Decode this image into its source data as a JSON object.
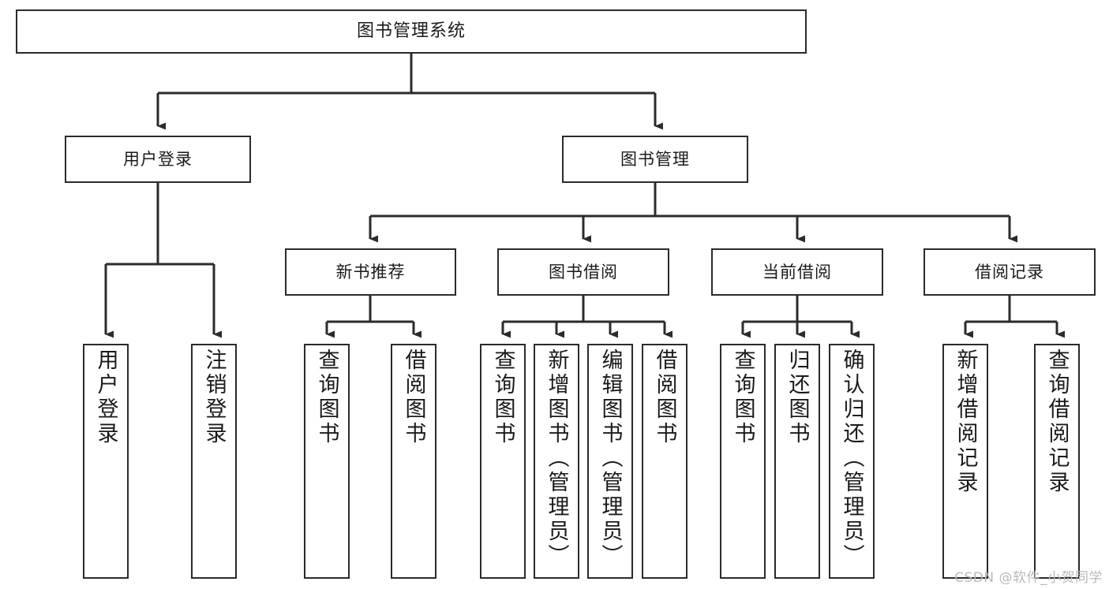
{
  "diagram": {
    "type": "tree",
    "title": "图书管理系统",
    "watermark": "CSDN @软件_小贺同学",
    "style": {
      "box_border": "#2b2b2b",
      "box_fill": "#ffffff",
      "line": "#2b2b2b",
      "text": "#1a1a1a",
      "watermark_color": "#b9b9b9"
    },
    "levels": [
      {
        "level": 1,
        "nodes": [
          {
            "id": "root",
            "label": "图书管理系统"
          }
        ]
      },
      {
        "level": 2,
        "nodes": [
          {
            "id": "login",
            "label": "用户登录"
          },
          {
            "id": "bookmgmt",
            "label": "图书管理"
          }
        ]
      },
      {
        "level": 3,
        "nodes": [
          {
            "id": "newbook",
            "label": "新书推荐"
          },
          {
            "id": "borrow",
            "label": "图书借阅"
          },
          {
            "id": "current",
            "label": "当前借阅"
          },
          {
            "id": "record",
            "label": "借阅记录"
          }
        ]
      },
      {
        "level": 4,
        "nodes": [
          {
            "id": "l1",
            "label": "用户登录"
          },
          {
            "id": "l2",
            "label": "注销登录"
          },
          {
            "id": "l3",
            "label": "查询图书"
          },
          {
            "id": "l4",
            "label": "借阅图书"
          },
          {
            "id": "l5",
            "label": "查询图书"
          },
          {
            "id": "l6",
            "label": "新增图书（管理员）"
          },
          {
            "id": "l7",
            "label": "编辑图书（管理员）"
          },
          {
            "id": "l8",
            "label": "借阅图书"
          },
          {
            "id": "l9",
            "label": "查询图书"
          },
          {
            "id": "l10",
            "label": "归还图书"
          },
          {
            "id": "l11",
            "label": "确认归还（管理员）"
          },
          {
            "id": "l12",
            "label": "新增借阅记录"
          },
          {
            "id": "l13",
            "label": "查询借阅记录"
          }
        ]
      }
    ],
    "edges": [
      {
        "from": "root",
        "to": "login"
      },
      {
        "from": "root",
        "to": "bookmgmt"
      },
      {
        "from": "login",
        "to": "l1"
      },
      {
        "from": "login",
        "to": "l2"
      },
      {
        "from": "bookmgmt",
        "to": "newbook"
      },
      {
        "from": "bookmgmt",
        "to": "borrow"
      },
      {
        "from": "bookmgmt",
        "to": "current"
      },
      {
        "from": "bookmgmt",
        "to": "record"
      },
      {
        "from": "newbook",
        "to": "l3"
      },
      {
        "from": "newbook",
        "to": "l4"
      },
      {
        "from": "borrow",
        "to": "l5"
      },
      {
        "from": "borrow",
        "to": "l6"
      },
      {
        "from": "borrow",
        "to": "l7"
      },
      {
        "from": "borrow",
        "to": "l8"
      },
      {
        "from": "current",
        "to": "l9"
      },
      {
        "from": "current",
        "to": "l10"
      },
      {
        "from": "current",
        "to": "l11"
      },
      {
        "from": "record",
        "to": "l12"
      },
      {
        "from": "record",
        "to": "l13"
      }
    ]
  }
}
